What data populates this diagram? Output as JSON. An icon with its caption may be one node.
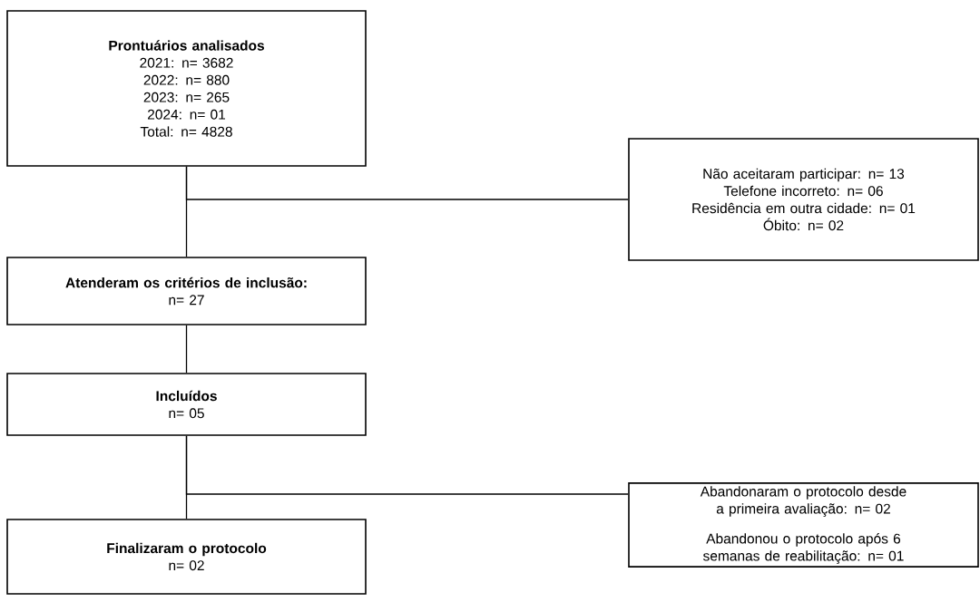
{
  "diagram": {
    "nodes": [
      {
        "text": [
          "Prontuários analisados",
          "2021: n= 3682",
          "2022: n= 880",
          "2023: n= 265",
          "2024: n= 01",
          "Total: n= 4828"
        ]
      },
      {
        "text": [
          "Não aceitaram participar: n= 13",
          "Telefone incorreto: n= 06",
          "Residência em outra cidade: n= 01",
          "Óbito: n= 02"
        ]
      },
      {
        "text": [
          "Atenderam os critérios de inclusão:",
          "n= 27"
        ]
      },
      {
        "text": [
          "Incluídos",
          "n= 05"
        ]
      },
      {
        "text": [
          "Abandonaram o protocolo desde a primeira avaliação: n= 02",
          "Abandonou o protocolo após 6 semanas de reabilitação: n= 01"
        ]
      },
      {
        "text": [
          "Finalizaram o protocolo",
          "n= 02"
        ]
      }
    ],
    "edges": [
      {
        "from": 0,
        "to": 2,
        "arrow": "none"
      },
      {
        "from": 0,
        "to": 1,
        "arrow": "none"
      },
      {
        "from": 2,
        "to": 3,
        "arrow": "none"
      },
      {
        "from": 3,
        "to": 5,
        "arrow": "none"
      },
      {
        "from": 3,
        "to": 4,
        "arrow": "none"
      }
    ]
  }
}
